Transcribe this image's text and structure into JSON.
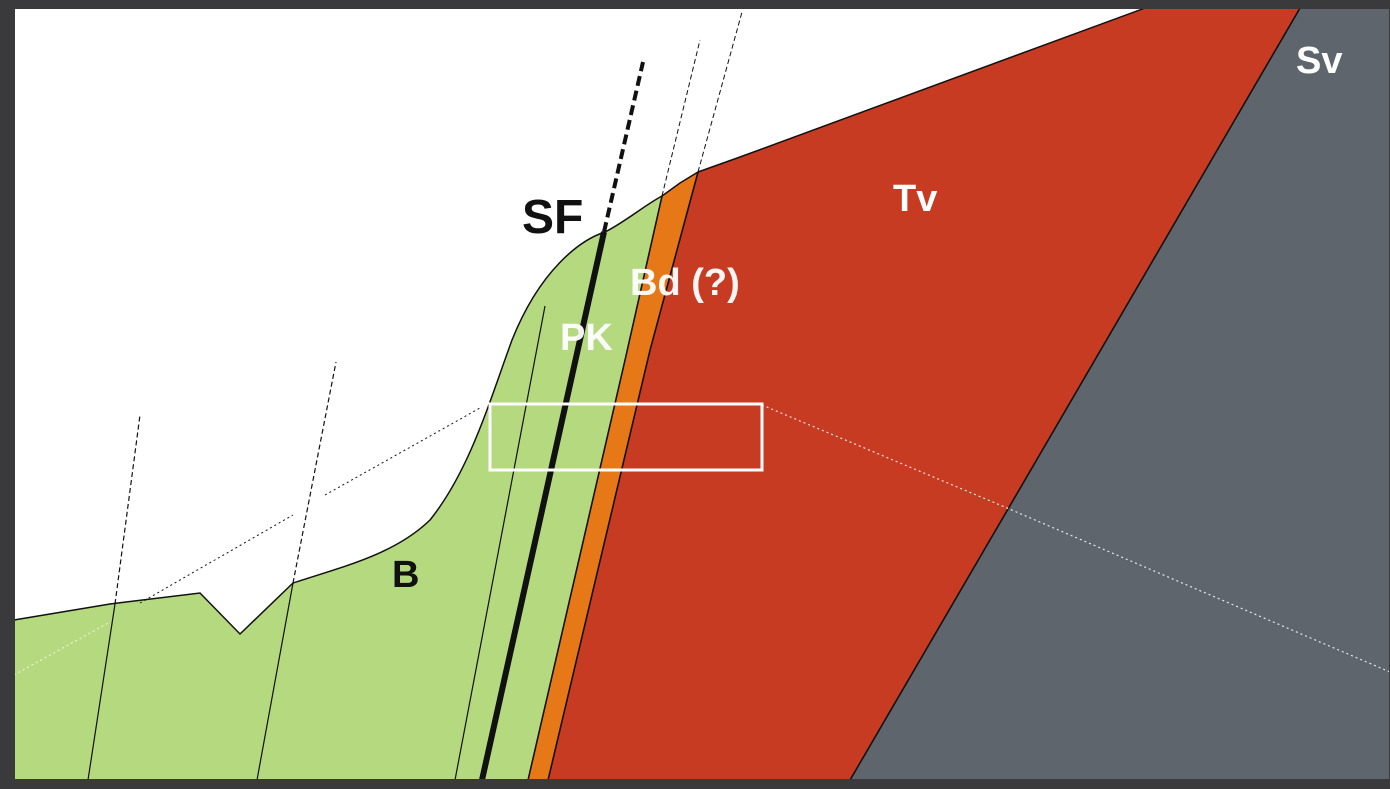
{
  "labels": {
    "fault": "SF",
    "sv": "Sv",
    "tv": "Tv",
    "bd": "Bd (?)",
    "pk": "PK",
    "b": "B"
  },
  "colors": {
    "frame": "#3a3a3c",
    "sky": "#ffffff",
    "unit_b_pk": "#b5d97f",
    "unit_bd": "#e77817",
    "unit_tv": "#c63b22",
    "unit_sv": "#5e656d",
    "contact_line": "#111111",
    "label_dark": "#111111",
    "label_light": "#ffffff",
    "inset_box": "#ffffff"
  }
}
